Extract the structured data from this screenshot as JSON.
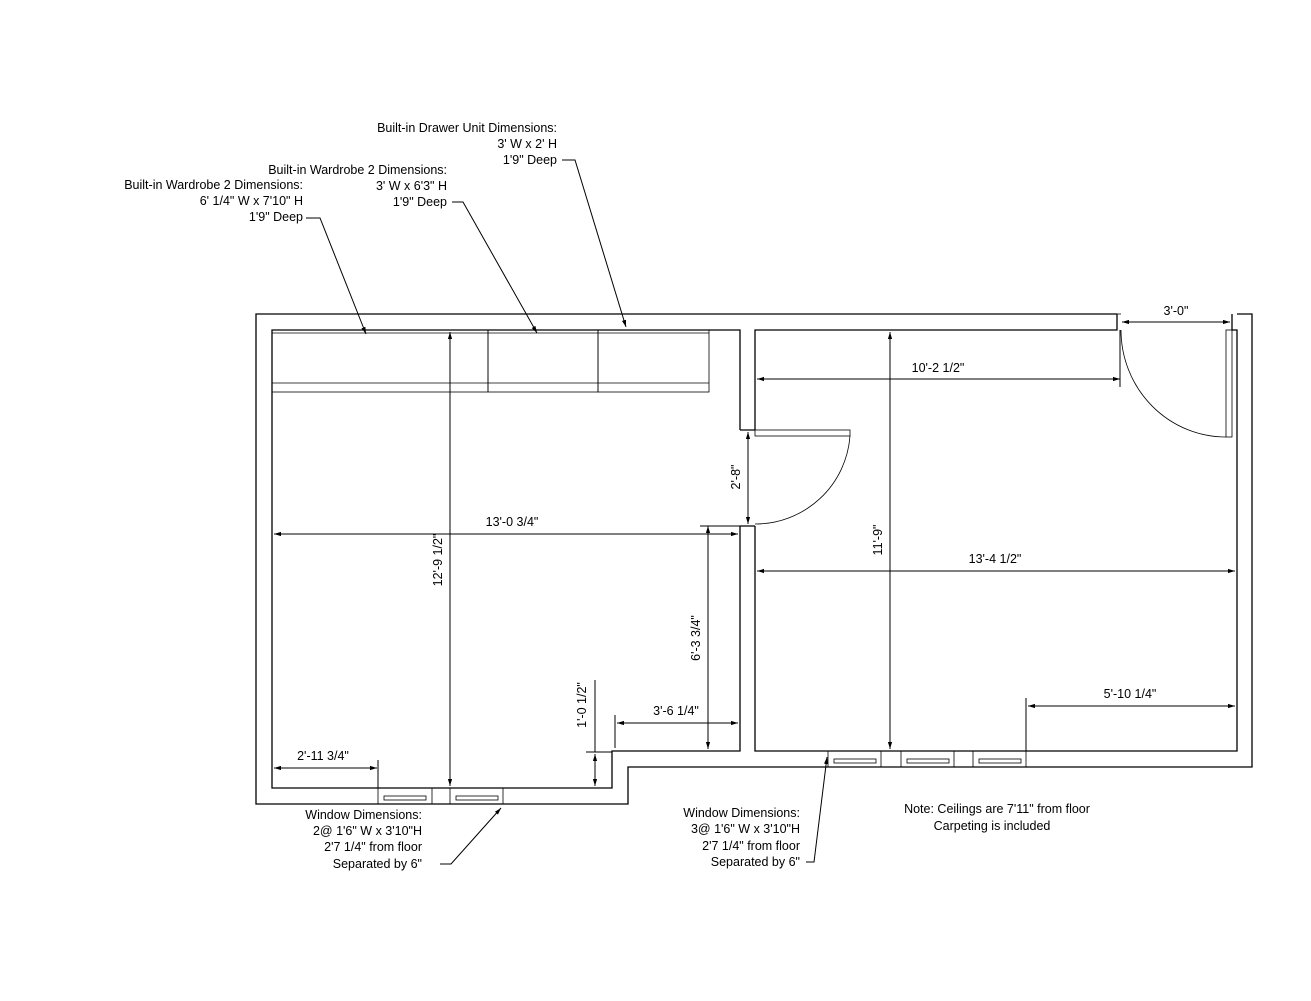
{
  "annotations": {
    "drawer_unit": [
      "Built-in Drawer Unit Dimensions:",
      "3' W x 2' H",
      "1'9\" Deep"
    ],
    "wardrobe_b": [
      "Built-in Wardrobe 2 Dimensions:",
      "3' W x 6'3\" H",
      "1'9\" Deep"
    ],
    "wardrobe_a": [
      "Built-in Wardrobe 2 Dimensions:",
      "6' 1/4\" W x 7'10\" H",
      "1'9\" Deep"
    ],
    "window_left": [
      "Window Dimensions:",
      "2@ 1'6\" W x 3'10\"H",
      "2'7 1/4\" from floor",
      "Separated by 6\""
    ],
    "window_right": [
      "Window Dimensions:",
      "3@ 1'6\" W x 3'10\"H",
      "2'7 1/4\" from floor",
      "Separated by 6\""
    ],
    "note": [
      "Note: Ceilings are 7'11\" from floor",
      "Carpeting is included"
    ]
  },
  "dimensions": {
    "door_right_width": "3'-0\"",
    "right_room_top_width": "10'-2 1/2\"",
    "door_left_width": "2'-8\"",
    "left_room_width": "13'-0 3/4\"",
    "left_room_depth": "12'-9 1/2\"",
    "right_room_depth": "11'-9\"",
    "right_room_width": "13'-4 1/2\"",
    "notch_depth": "6'-3 3/4\"",
    "notch_offset": "1'-0 1/2\"",
    "notch_width": "3'-6 1/4\"",
    "left_window_offset": "2'-11 3/4\"",
    "right_window_offset": "5'-10 1/4\""
  }
}
